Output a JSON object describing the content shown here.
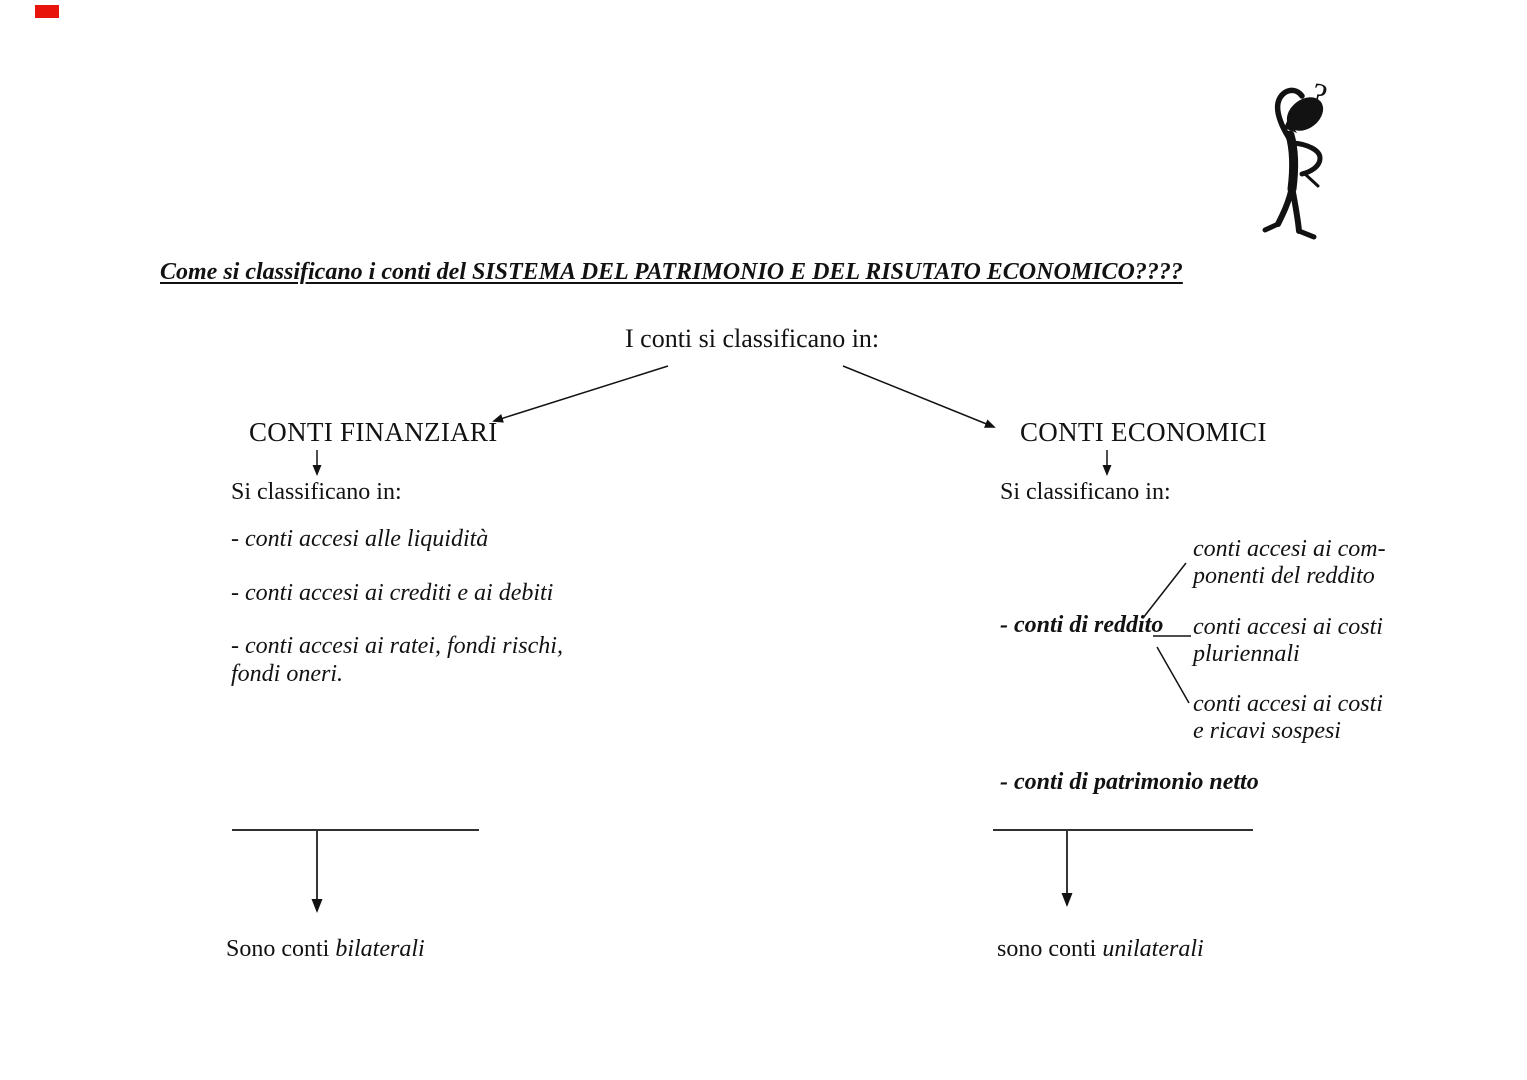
{
  "page": {
    "background": "#ffffff",
    "ink": "#121212",
    "red_mark_color": "#e8140c"
  },
  "title": "Come si classificano i conti del SISTEMA DEL PATRIMONIO E DEL RISUTATO ECONOMICO????",
  "center": {
    "intro": "I conti si classificano in:"
  },
  "left": {
    "heading": "CONTI FINANZIARI",
    "sub": "Si classificano in:",
    "items": [
      "- conti accesi alle liquidità",
      "- conti accesi ai crediti e ai debiti",
      "- conti accesi ai ratei, fondi rischi,\nfondi oneri."
    ],
    "footer_prefix": "Sono conti ",
    "footer_italic": "bilaterali"
  },
  "right": {
    "heading": "CONTI ECONOMICI",
    "sub": "Si classificano in:",
    "bold_item_reddito": "- conti di reddito",
    "branches": [
      "conti accesi ai com-\nponenti del reddito",
      "conti accesi ai costi\npluriennali",
      "conti accesi ai costi\ne ricavi sospesi"
    ],
    "bold_item_patrimonio": "- conti di patrimonio netto",
    "footer_prefix": "sono conti ",
    "footer_italic": "unilaterali"
  },
  "figure": {
    "question_mark": "?"
  }
}
